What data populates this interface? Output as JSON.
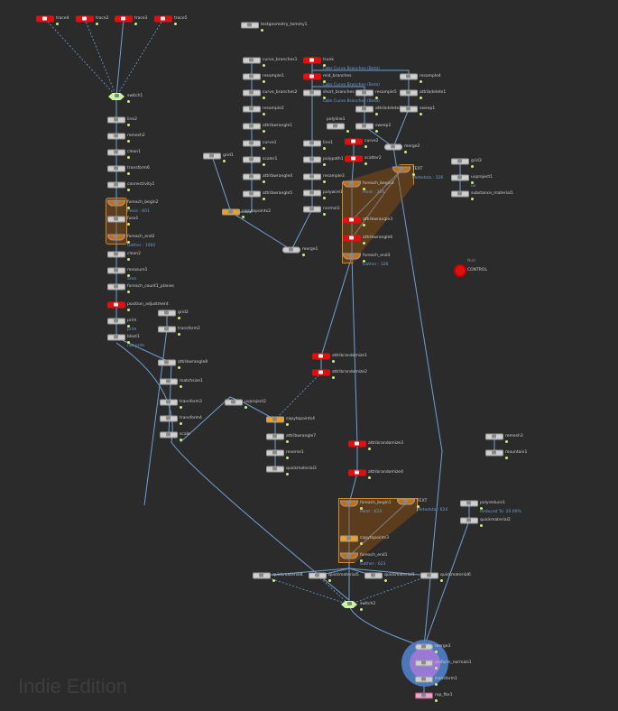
{
  "watermark": "Indie Edition",
  "nodes": [
    {
      "id": "trace4",
      "label": "trace4",
      "kind": "red"
    },
    {
      "id": "trace2",
      "label": "trace2",
      "kind": "red"
    },
    {
      "id": "trace3",
      "label": "trace3",
      "kind": "red"
    },
    {
      "id": "trace5",
      "label": "trace5",
      "kind": "red"
    },
    {
      "id": "switch1",
      "label": "switch1",
      "kind": "sw"
    },
    {
      "id": "line2",
      "label": "line2",
      "kind": ""
    },
    {
      "id": "remesh2",
      "label": "remesh2",
      "kind": ""
    },
    {
      "id": "clean1",
      "label": "clean1",
      "kind": ""
    },
    {
      "id": "transform6",
      "label": "transform6",
      "kind": ""
    },
    {
      "id": "connectivity1",
      "label": "connectivity1",
      "kind": ""
    },
    {
      "id": "foreach_begin2",
      "label": "foreach_begin2",
      "kind": "block",
      "sub": "Piece : 601"
    },
    {
      "id": "fuse1",
      "label": "fuse1",
      "kind": ""
    },
    {
      "id": "foreach_end2",
      "label": "foreach_end2",
      "kind": "block",
      "sub": "Gather : 1002"
    },
    {
      "id": "clean2",
      "label": "clean2",
      "kind": ""
    },
    {
      "id": "measure1",
      "label": "measure1",
      "kind": "",
      "sub": "area"
    },
    {
      "id": "foreach_count1_planes",
      "label": "foreach_count1_planes",
      "kind": ""
    },
    {
      "id": "position_adjustment",
      "label": "position_adjustment",
      "kind": "red"
    },
    {
      "id": "prim",
      "label": "prim",
      "kind": "",
      "sub": "prim"
    },
    {
      "id": "blast1",
      "label": "blast1",
      "kind": "",
      "sub": "not prim"
    },
    {
      "id": "grid2",
      "label": "grid2",
      "kind": ""
    },
    {
      "id": "transform2",
      "label": "transform2",
      "kind": ""
    },
    {
      "id": "attribwrangle8",
      "label": "attribwrangle8",
      "kind": ""
    },
    {
      "id": "matchsize1",
      "label": "matchsize1",
      "kind": ""
    },
    {
      "id": "transform3",
      "label": "transform3",
      "kind": ""
    },
    {
      "id": "transform4",
      "label": "transform4",
      "kind": ""
    },
    {
      "id": "transform5",
      "label": "scale",
      "kind": ""
    },
    {
      "id": "uvproject2",
      "label": "uvproject2",
      "kind": ""
    },
    {
      "id": "copytopoints4",
      "label": "copytopoints4",
      "kind": "orange"
    },
    {
      "id": "attribwrangle7",
      "label": "attribwrangle7",
      "kind": ""
    },
    {
      "id": "reverse1",
      "label": "reverse1",
      "kind": ""
    },
    {
      "id": "quickmaterial3",
      "label": "quickmaterial3",
      "kind": ""
    },
    {
      "id": "attribrandomize1",
      "label": "attribrandomize1",
      "kind": "red"
    },
    {
      "id": "attribrandomize2",
      "label": "attribrandomize2",
      "kind": "red"
    },
    {
      "id": "attribrandomize3",
      "label": "attribrandomize3",
      "kind": "red"
    },
    {
      "id": "attribrandomize4",
      "label": "attribrandomize4",
      "kind": "red"
    },
    {
      "id": "foreach_begin1",
      "label": "foreach_begin1",
      "kind": "block",
      "sub": "Point : 624"
    },
    {
      "id": "foreach_begin1b",
      "label": "TEXT",
      "kind": "block",
      "sub": "Metadata : 624"
    },
    {
      "id": "copytopoints3",
      "label": "copytopoints3",
      "kind": "orange"
    },
    {
      "id": "foreach_end1",
      "label": "foreach_end1",
      "kind": "block",
      "sub": "Gather : 623"
    },
    {
      "id": "quickmaterial4",
      "label": "quickmaterial4",
      "kind": ""
    },
    {
      "id": "quickmaterial5",
      "label": "quickmaterial5",
      "kind": ""
    },
    {
      "id": "quickmaterial1",
      "label": "quickmaterial1",
      "kind": ""
    },
    {
      "id": "quickmaterial6",
      "label": "quickmaterial6",
      "kind": ""
    },
    {
      "id": "switch2",
      "label": "switch2",
      "kind": "sw"
    },
    {
      "id": "polyreduce1",
      "label": "polyreduce1",
      "kind": "",
      "sub": "Reduced To: 20.00%"
    },
    {
      "id": "quickmaterial2",
      "label": "quickmaterial2",
      "kind": ""
    },
    {
      "id": "remesh3",
      "label": "remesh3",
      "kind": ""
    },
    {
      "id": "mountain1",
      "label": "mountain1",
      "kind": ""
    },
    {
      "id": "merge3",
      "label": "merge3",
      "kind": "merge"
    },
    {
      "id": "uniform_normals1",
      "label": "uniform_normals1",
      "kind": ""
    },
    {
      "id": "transform1",
      "label": "transform1",
      "kind": ""
    },
    {
      "id": "rop_fbx1",
      "label": "rop_fbx1",
      "kind": "rop"
    },
    {
      "id": "testgeometry_tommy1",
      "label": "testgeometry_tommy1",
      "kind": ""
    },
    {
      "id": "curve_branches1",
      "label": "curve_branches1",
      "kind": ""
    },
    {
      "id": "resample1",
      "label": "resample1",
      "kind": ""
    },
    {
      "id": "curve_branches2",
      "label": "curve_branches2",
      "kind": ""
    },
    {
      "id": "resample2",
      "label": "resample2",
      "kind": ""
    },
    {
      "id": "attribwrangle1",
      "label": "attribwrangle1",
      "kind": ""
    },
    {
      "id": "curve1",
      "label": "curve1",
      "kind": ""
    },
    {
      "id": "scaler1",
      "label": "scaler1",
      "kind": ""
    },
    {
      "id": "attribwrangle4",
      "label": "attribwrangle4",
      "kind": ""
    },
    {
      "id": "attribwrangle5",
      "label": "attribwrangle5",
      "kind": ""
    },
    {
      "id": "copytopoints2",
      "label": "copytopoints2",
      "kind": "orange"
    },
    {
      "id": "grid1",
      "label": "grid1",
      "kind": ""
    },
    {
      "id": "merge1",
      "label": "merge1",
      "kind": "merge"
    },
    {
      "id": "trunk",
      "label": "trunk",
      "kind": "red",
      "sub": "Labs Curve Branches (Beta)"
    },
    {
      "id": "mid_branches",
      "label": "mid_branches",
      "kind": "red",
      "sub": "Labs Curve Branches (Beta)"
    },
    {
      "id": "short_branches",
      "label": "short_branches",
      "kind": "",
      "sub": "Labs Curve Branches (Beta)"
    },
    {
      "id": "line1",
      "label": "line1",
      "kind": ""
    },
    {
      "id": "polypath1",
      "label": "polypath1",
      "kind": ""
    },
    {
      "id": "resample3",
      "label": "resample3",
      "kind": ""
    },
    {
      "id": "polywire1",
      "label": "polywire1",
      "kind": ""
    },
    {
      "id": "normal1",
      "label": "normal1",
      "kind": ""
    },
    {
      "id": "resample4",
      "label": "resample4",
      "kind": ""
    },
    {
      "id": "attribdelete1",
      "label": "attribdelete1",
      "kind": ""
    },
    {
      "id": "sweep1",
      "label": "sweep1",
      "kind": ""
    },
    {
      "id": "resample5",
      "label": "resample5",
      "kind": ""
    },
    {
      "id": "attribdelete2",
      "label": "attribdelete2",
      "kind": ""
    },
    {
      "id": "polyline1",
      "label": "polyline1",
      "kind": ""
    },
    {
      "id": "sweep2",
      "label": "sweep2",
      "kind": ""
    },
    {
      "id": "curve2",
      "label": "curve2",
      "kind": "red"
    },
    {
      "id": "scatter2",
      "label": "scatter2",
      "kind": "red"
    },
    {
      "id": "merge2",
      "label": "merge2",
      "kind": "merge"
    },
    {
      "id": "foreach_begin3",
      "label": "foreach_begin3",
      "kind": "block",
      "sub": "Point : 326"
    },
    {
      "id": "foreach_begin3b",
      "label": "TEXT",
      "kind": "block",
      "sub": "Metadata : 326"
    },
    {
      "id": "attribwrangle3",
      "label": "attribwrangle3",
      "kind": "red"
    },
    {
      "id": "attribwrangle6",
      "label": "attribwrangle6",
      "kind": "red"
    },
    {
      "id": "foreach_end3",
      "label": "foreach_end3",
      "kind": "block",
      "sub": "Gather : 326"
    },
    {
      "id": "grid3",
      "label": "grid3",
      "kind": ""
    },
    {
      "id": "uvproject1",
      "label": "uvproject1",
      "kind": "",
      "sub": "uv"
    },
    {
      "id": "substance_material1",
      "label": "substance_material1",
      "kind": ""
    }
  ],
  "control_null": {
    "label": "CONTROL",
    "sub": "Null"
  }
}
